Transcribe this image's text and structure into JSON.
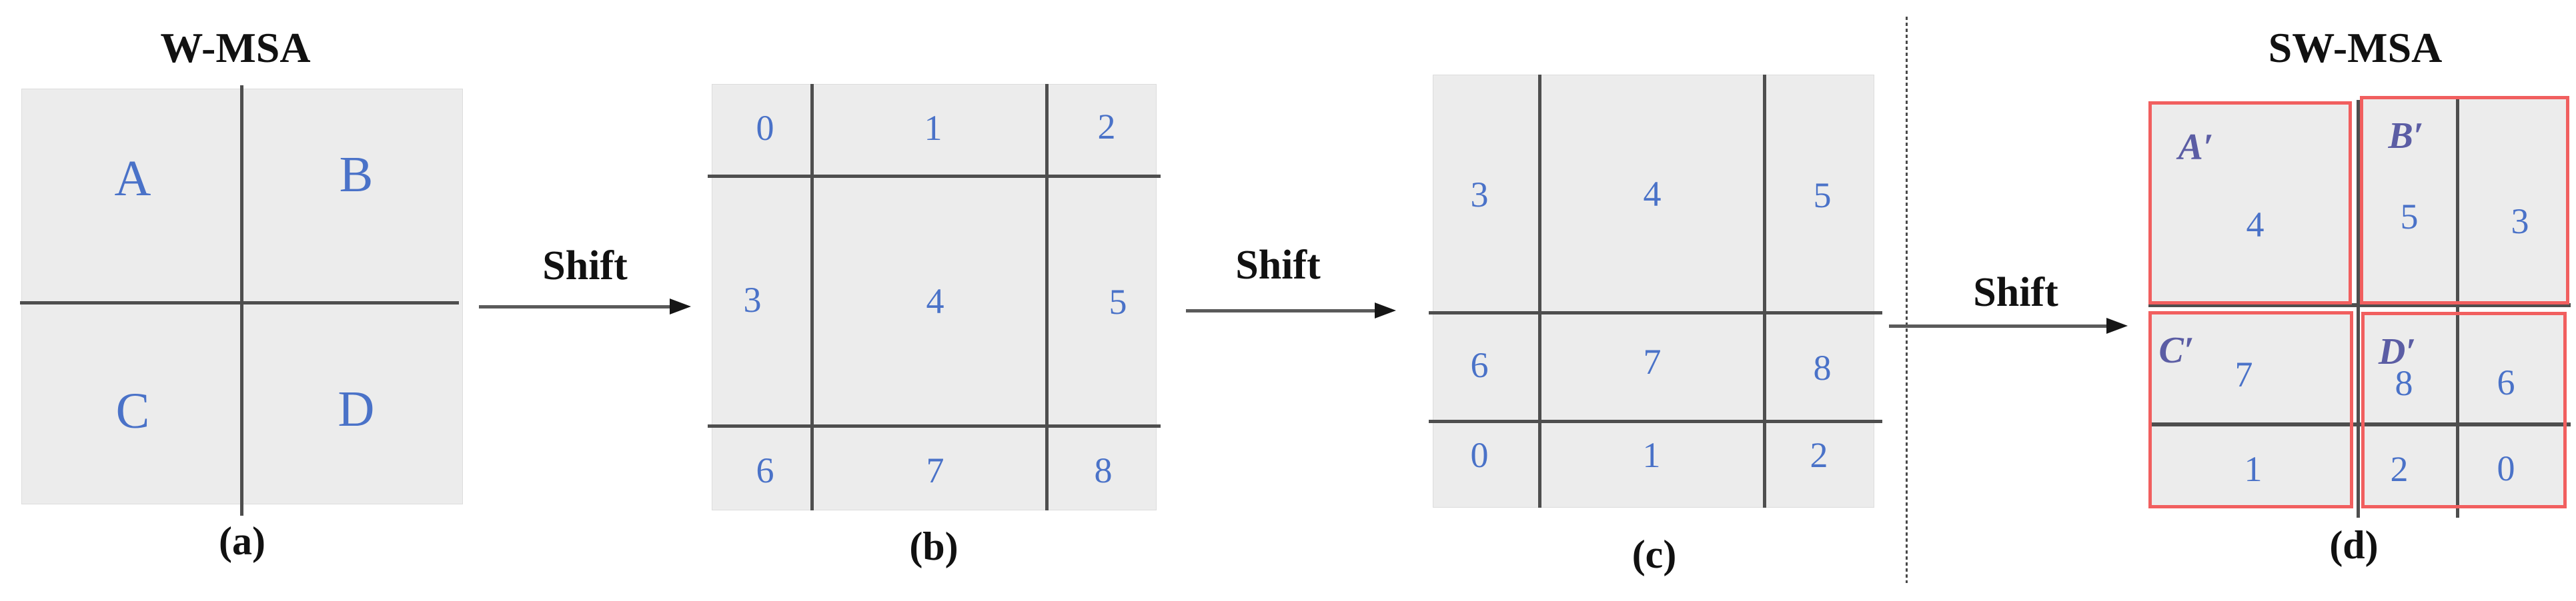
{
  "colors": {
    "accent": "#4a72c8",
    "window-label": "#5b5da4",
    "red": "#f15f5f",
    "line": "#4e4e4e",
    "cell-bg": "#ececec",
    "text": "#111111"
  },
  "panel_a": {
    "title": "W-MSA",
    "caption": "(a)",
    "labels": [
      "A",
      "B",
      "C",
      "D"
    ]
  },
  "arrows": {
    "labels": [
      "Shift",
      "Shift",
      "Shift"
    ]
  },
  "panel_b": {
    "caption": "(b)",
    "numbers": [
      "0",
      "1",
      "2",
      "3",
      "4",
      "5",
      "6",
      "7",
      "8"
    ]
  },
  "panel_c": {
    "caption": "(c)",
    "numbers": [
      "3",
      "4",
      "5",
      "6",
      "7",
      "8",
      "0",
      "1",
      "2"
    ]
  },
  "panel_d": {
    "title": "SW-MSA",
    "caption": "(d)",
    "windows": [
      {
        "label": "A′",
        "numbers": [
          "4"
        ]
      },
      {
        "label": "B′",
        "numbers": [
          "5",
          "3"
        ]
      },
      {
        "label": "C′",
        "numbers": [
          "7",
          "1"
        ]
      },
      {
        "label": "D′",
        "numbers": [
          "8",
          "6",
          "2",
          "0"
        ]
      }
    ]
  }
}
